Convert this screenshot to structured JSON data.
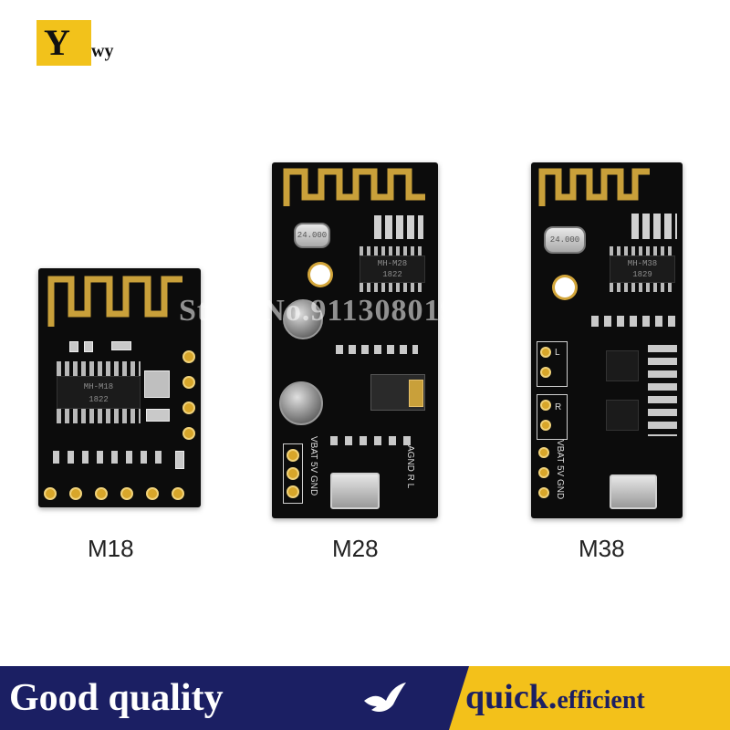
{
  "logo": {
    "main": "Y",
    "suffix": "wy"
  },
  "watermark": "Store No.911308019",
  "modules": [
    {
      "name": "M18",
      "chip": "MH-M18",
      "code": "1822"
    },
    {
      "name": "M28",
      "chip": "MH-M28",
      "code": "1822",
      "crystal": "24.000"
    },
    {
      "name": "M38",
      "chip": "MH-M38",
      "code": "1829",
      "crystal": "24.000"
    }
  ],
  "silkscreen": {
    "m28_left": "VBAT 5V GND",
    "m28_right": "AGND R L",
    "m38_left": "VBAT 5V GND",
    "m38_l": "L",
    "m38_r": "R"
  },
  "banner": {
    "left": "Good quality",
    "right_quick": "quick.",
    "right_efficient": "efficient"
  },
  "colors": {
    "banner_navy": "#1b1f63",
    "banner_yellow": "#f3c11a",
    "logo_yellow": "#f2c21b",
    "pcb_black": "#0c0c0c",
    "antenna_gold": "#c9a03a"
  },
  "icons": {
    "banner_bird": "bird-icon"
  }
}
